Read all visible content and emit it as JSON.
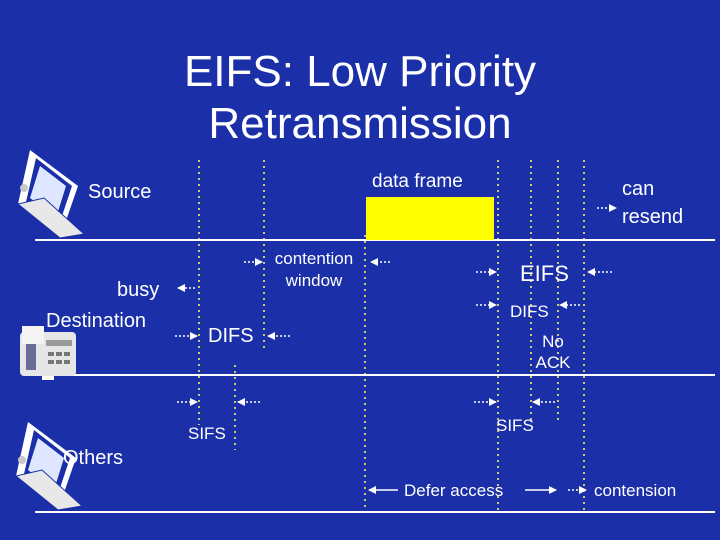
{
  "title": {
    "line1": "EIFS: Low Priority",
    "line2": "Retransmission"
  },
  "stations": {
    "source": "Source",
    "destination": "Destination",
    "others": "Others"
  },
  "labels": {
    "data_frame": "data frame",
    "can_resend_1": "can",
    "can_resend_2": "resend",
    "contention_1": "contention",
    "contention_2": "window",
    "busy": "busy",
    "difs_left": "DIFS",
    "eifs": "EIFS",
    "difs_right": "DIFS",
    "no_ack_1": "No",
    "no_ack_2": "ACK",
    "sifs_left": "SIFS",
    "sifs_right": "SIFS",
    "defer_access": "Defer access",
    "contension": "contension"
  },
  "colors": {
    "background": "#1a2fa8",
    "foreground": "#ffffff",
    "frame_fill": "#ffff00",
    "guide": "#ffff66"
  },
  "icons": {
    "source": "laptop-icon",
    "destination": "fax-machine-icon",
    "others": "laptop-icon"
  }
}
